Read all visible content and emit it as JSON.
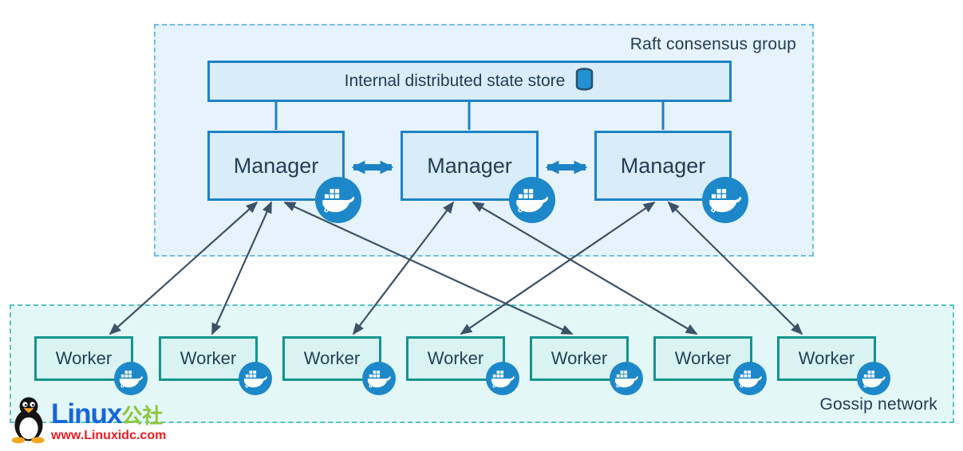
{
  "raft_group": {
    "label": "Raft consensus group",
    "store_label": "Internal distributed state store"
  },
  "gossip_network": {
    "label": "Gossip network"
  },
  "managers": [
    {
      "label": "Manager"
    },
    {
      "label": "Manager"
    },
    {
      "label": "Manager"
    }
  ],
  "workers": [
    {
      "label": "Worker"
    },
    {
      "label": "Worker"
    },
    {
      "label": "Worker"
    },
    {
      "label": "Worker"
    },
    {
      "label": "Worker"
    },
    {
      "label": "Worker"
    },
    {
      "label": "Worker"
    }
  ],
  "connections": [
    {
      "from": "state-store",
      "to": "manager-1",
      "bidirectional": false
    },
    {
      "from": "state-store",
      "to": "manager-2",
      "bidirectional": false
    },
    {
      "from": "state-store",
      "to": "manager-3",
      "bidirectional": false
    },
    {
      "from": "manager-1",
      "to": "manager-2",
      "bidirectional": true
    },
    {
      "from": "manager-2",
      "to": "manager-3",
      "bidirectional": true
    },
    {
      "from": "manager-1",
      "to": "worker-1",
      "bidirectional": true
    },
    {
      "from": "manager-1",
      "to": "worker-2",
      "bidirectional": true
    },
    {
      "from": "manager-1",
      "to": "worker-5",
      "bidirectional": true
    },
    {
      "from": "manager-2",
      "to": "worker-3",
      "bidirectional": true
    },
    {
      "from": "manager-2",
      "to": "worker-6",
      "bidirectional": true
    },
    {
      "from": "manager-3",
      "to": "worker-4",
      "bidirectional": true
    },
    {
      "from": "manager-3",
      "to": "worker-7",
      "bidirectional": true
    }
  ],
  "watermark": {
    "brand": "Linux",
    "suffix": "公社",
    "url": "www.Linuxidc.com"
  },
  "colors": {
    "raft_fill": "#e7f3fc",
    "raft_border": "#6cbde9",
    "gossip_fill": "#e3f7f6",
    "gossip_border": "#59c2c3",
    "manager_fill": "#d8ecf9",
    "manager_border": "#1c82c5",
    "worker_fill": "#d9f3f2",
    "worker_border": "#12948e",
    "edge": "#3c5266",
    "docker_badge": "#1d88c9",
    "label_text": "#223c55"
  }
}
